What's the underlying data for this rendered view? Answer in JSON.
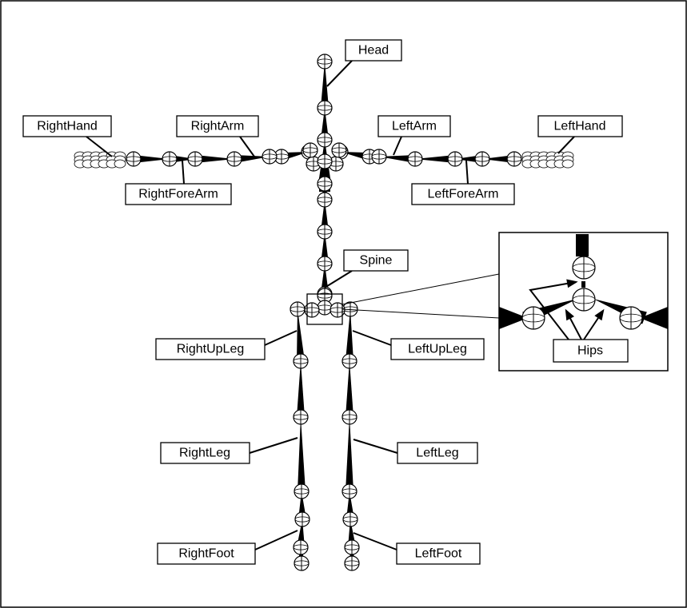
{
  "labels": {
    "head": "Head",
    "right_hand": "RightHand",
    "right_arm": "RightArm",
    "left_arm": "LeftArm",
    "left_hand": "LeftHand",
    "right_fore_arm": "RightForeArm",
    "left_fore_arm": "LeftForeArm",
    "spine": "Spine",
    "right_up_leg": "RightUpLeg",
    "left_up_leg": "LeftUpLeg",
    "right_leg": "RightLeg",
    "left_leg": "LeftLeg",
    "right_foot": "RightFoot",
    "left_foot": "LeftFoot",
    "hips": "Hips"
  }
}
